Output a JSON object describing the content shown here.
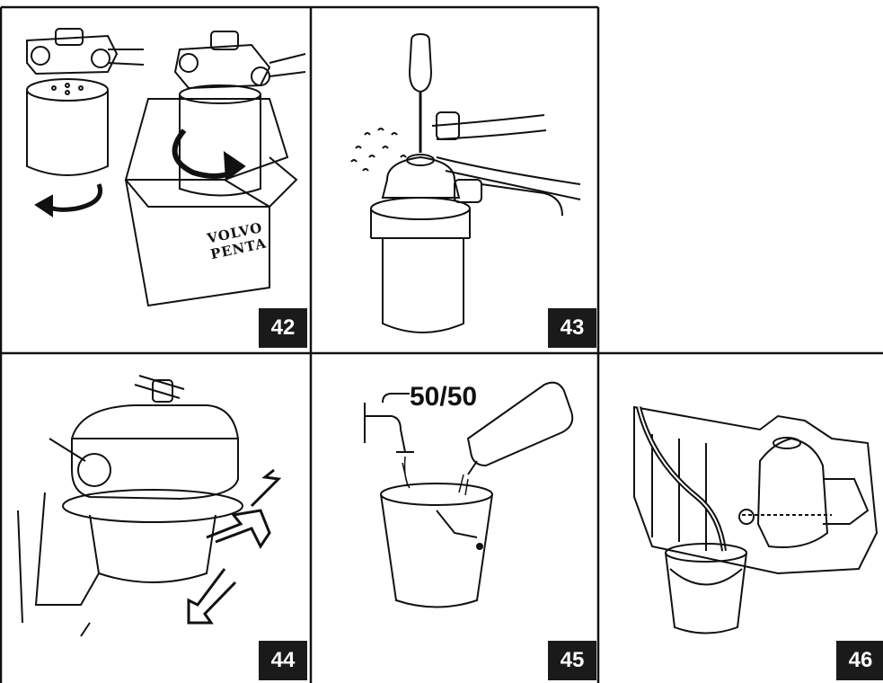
{
  "panels": [
    {
      "number": "42",
      "box_text_line1": "VOLVO",
      "box_text_line2": "PENTA"
    },
    {
      "number": "43"
    },
    {
      "number": "44"
    },
    {
      "number": "45",
      "ratio_label": "50/50"
    },
    {
      "number": "46"
    }
  ],
  "colors": {
    "line": "#111111",
    "badge_bg": "#1a1a1a",
    "badge_text": "#ffffff",
    "paper": "#ffffff"
  },
  "icons": [
    "filter-swap-illustration",
    "bleed-screw-illustration",
    "filter-housing-illustration",
    "coolant-mix-illustration",
    "drain-coolant-illustration"
  ]
}
